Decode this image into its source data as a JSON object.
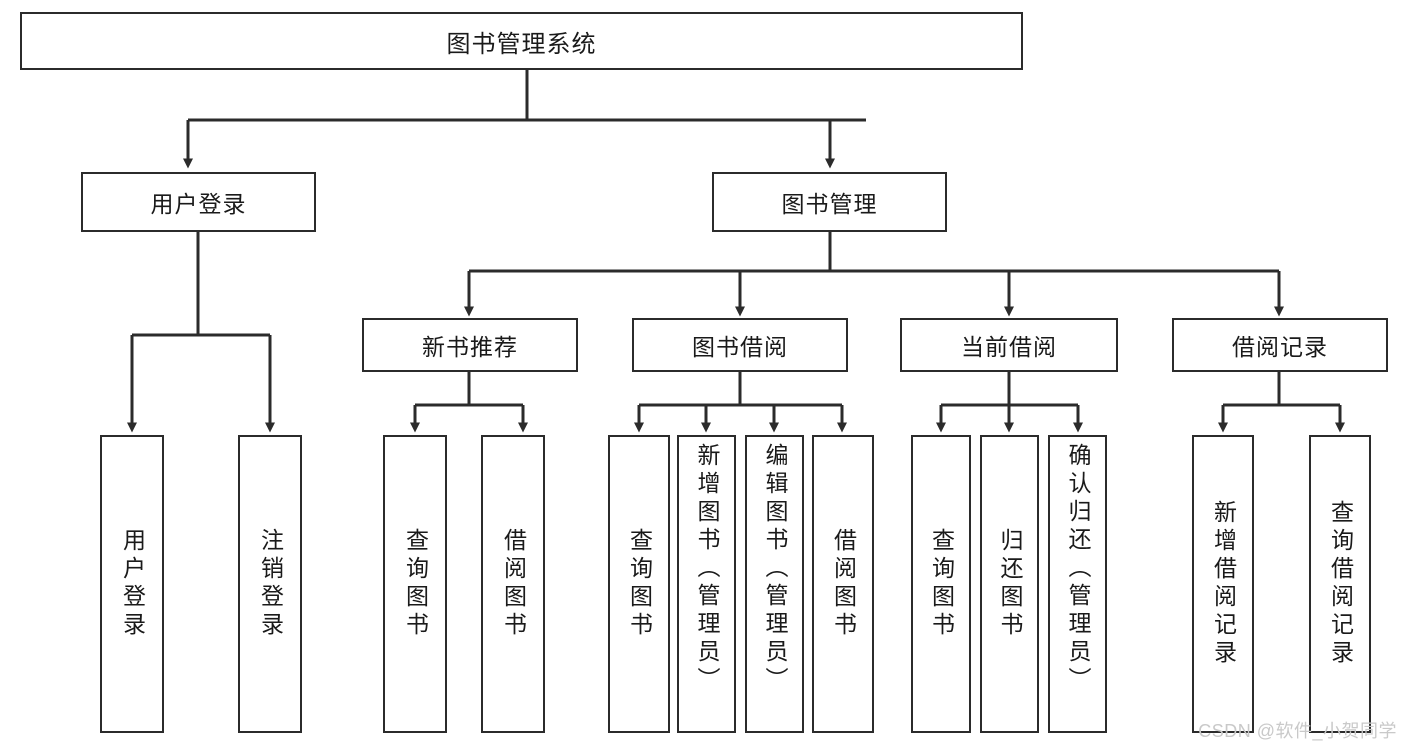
{
  "diagram": {
    "type": "tree",
    "title": "图书管理系统",
    "root": {
      "label": "图书管理系统"
    },
    "level2": [
      {
        "label": "用户登录"
      },
      {
        "label": "图书管理"
      }
    ],
    "level3": [
      {
        "label": "新书推荐"
      },
      {
        "label": "图书借阅"
      },
      {
        "label": "当前借阅"
      },
      {
        "label": "借阅记录"
      }
    ],
    "leaves": {
      "user_login": [
        {
          "label": "用户登录"
        },
        {
          "label": "注销登录"
        }
      ],
      "new_book_recommend": [
        {
          "label": "查询图书"
        },
        {
          "label": "借阅图书"
        }
      ],
      "book_borrow": [
        {
          "label": "查询图书"
        },
        {
          "label": "新增图书（管理员）"
        },
        {
          "label": "编辑图书（管理员）"
        },
        {
          "label": "借阅图书"
        }
      ],
      "current_borrow": [
        {
          "label": "查询图书"
        },
        {
          "label": "归还图书"
        },
        {
          "label": "确认归还（管理员）"
        }
      ],
      "borrow_record": [
        {
          "label": "新增借阅记录"
        },
        {
          "label": "查询借阅记录"
        }
      ]
    }
  },
  "colors": {
    "stroke": "#2b2b2b",
    "fill": "#ffffff",
    "text": "#1a1a1a",
    "watermark": "#c9c9c9"
  },
  "watermark": {
    "text": "CSDN @软件_小贺同学"
  }
}
